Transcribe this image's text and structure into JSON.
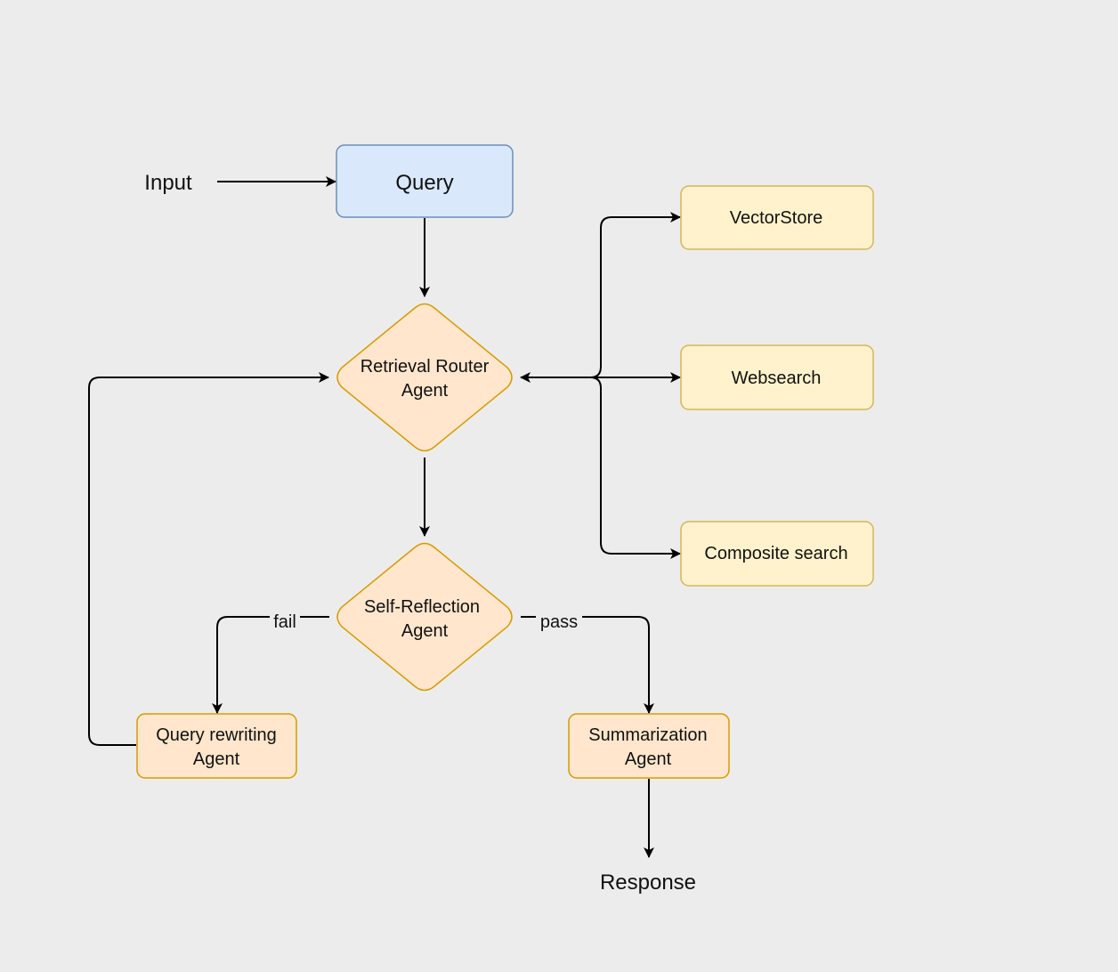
{
  "nodes": {
    "input": {
      "label": "Input"
    },
    "query": {
      "label": "Query"
    },
    "router": {
      "line1": "Retrieval Router",
      "line2": "Agent"
    },
    "vectorstore": {
      "label": "VectorStore"
    },
    "websearch": {
      "label": "Websearch"
    },
    "composite": {
      "label": "Composite search"
    },
    "reflection": {
      "line1": "Self-Reflection",
      "line2": "Agent"
    },
    "rewriting": {
      "line1": "Query rewriting",
      "line2": "Agent"
    },
    "summarization": {
      "line1": "Summarization",
      "line2": "Agent"
    },
    "response": {
      "label": "Response"
    }
  },
  "edges": {
    "fail_label": "fail",
    "pass_label": "pass"
  },
  "colors": {
    "query_fill": "#dae8fc",
    "query_stroke": "#6c8ebf",
    "agent_fill": "#ffe6cc",
    "agent_stroke": "#d79b00",
    "store_fill": "#fff2cc",
    "store_stroke": "#d6b656",
    "background": "#ececec"
  }
}
